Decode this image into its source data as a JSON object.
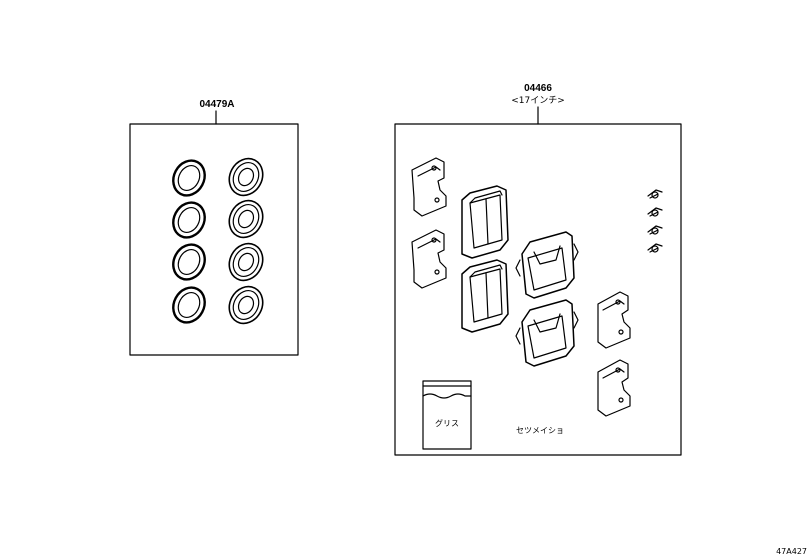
{
  "kit_left": {
    "part_number": "04479A"
  },
  "kit_right": {
    "part_number": "04466",
    "spec_note": "<17インチ>",
    "grease_label": "グリス",
    "instruction_label": "セツメイショ"
  },
  "figure_code": "47A427"
}
